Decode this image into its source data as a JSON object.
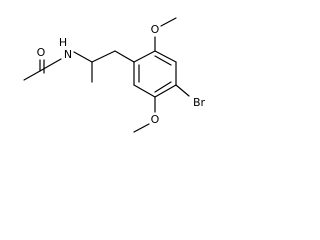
{
  "molecule": {
    "atom_labels": {
      "carbonyl_oxygen": "O",
      "amide_nitrogen": "N",
      "amide_hydrogen": "H",
      "methoxy_oxygen_top": "O",
      "methoxy_oxygen_bottom": "O",
      "bromine": "Br"
    },
    "bond_color": "#000000"
  }
}
